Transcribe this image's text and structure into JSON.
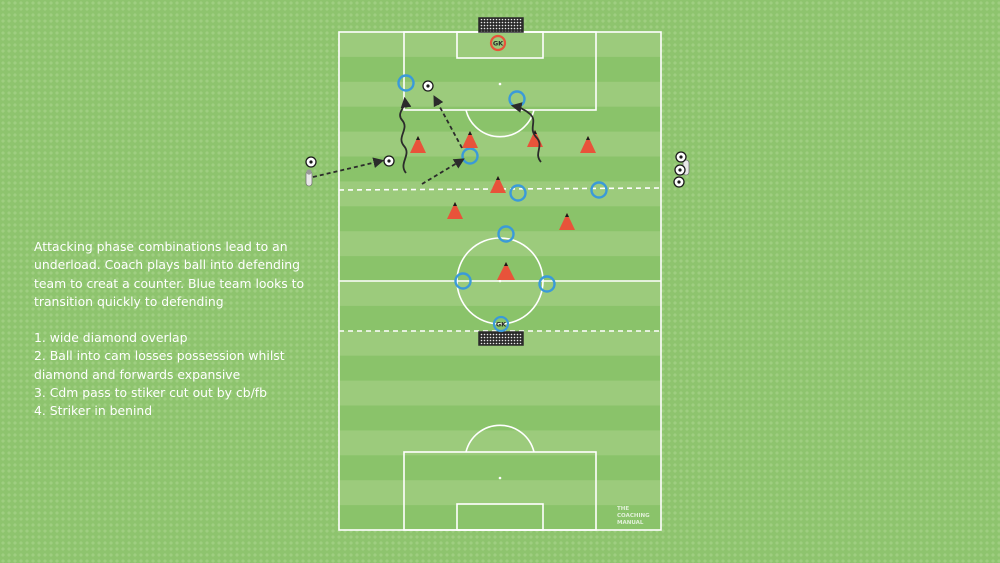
{
  "description": {
    "paragraph": "Attacking phase combinations lead to an underload. Coach plays ball into defending team to creat a counter. Blue team looks to transition quickly to defending",
    "steps": [
      "1. wide diamond overlap",
      "2. Ball into cam losses possession whilst diamond and forwards expansive",
      "3. Cdm pass to stiker cut out by cb/fb",
      "4. Striker in benind"
    ]
  },
  "labels": {
    "gk": "GK"
  },
  "brand": {
    "line1": "THE",
    "line2": "COACHING",
    "line3": "MANUAL"
  },
  "colors": {
    "grass_light": "#9ccb7c",
    "grass_dark": "#8ac36a",
    "line": "#ffffff",
    "blue_team": "#3a9ad9",
    "red_team": "#e8533a",
    "cone_tip": "#1a1a1a",
    "arrow": "#2b2b2b",
    "text": "#ffffff"
  },
  "icons": {
    "ball": "soccer-ball-icon",
    "coach": "coach-figure-icon",
    "goal": "goal-net-icon"
  }
}
